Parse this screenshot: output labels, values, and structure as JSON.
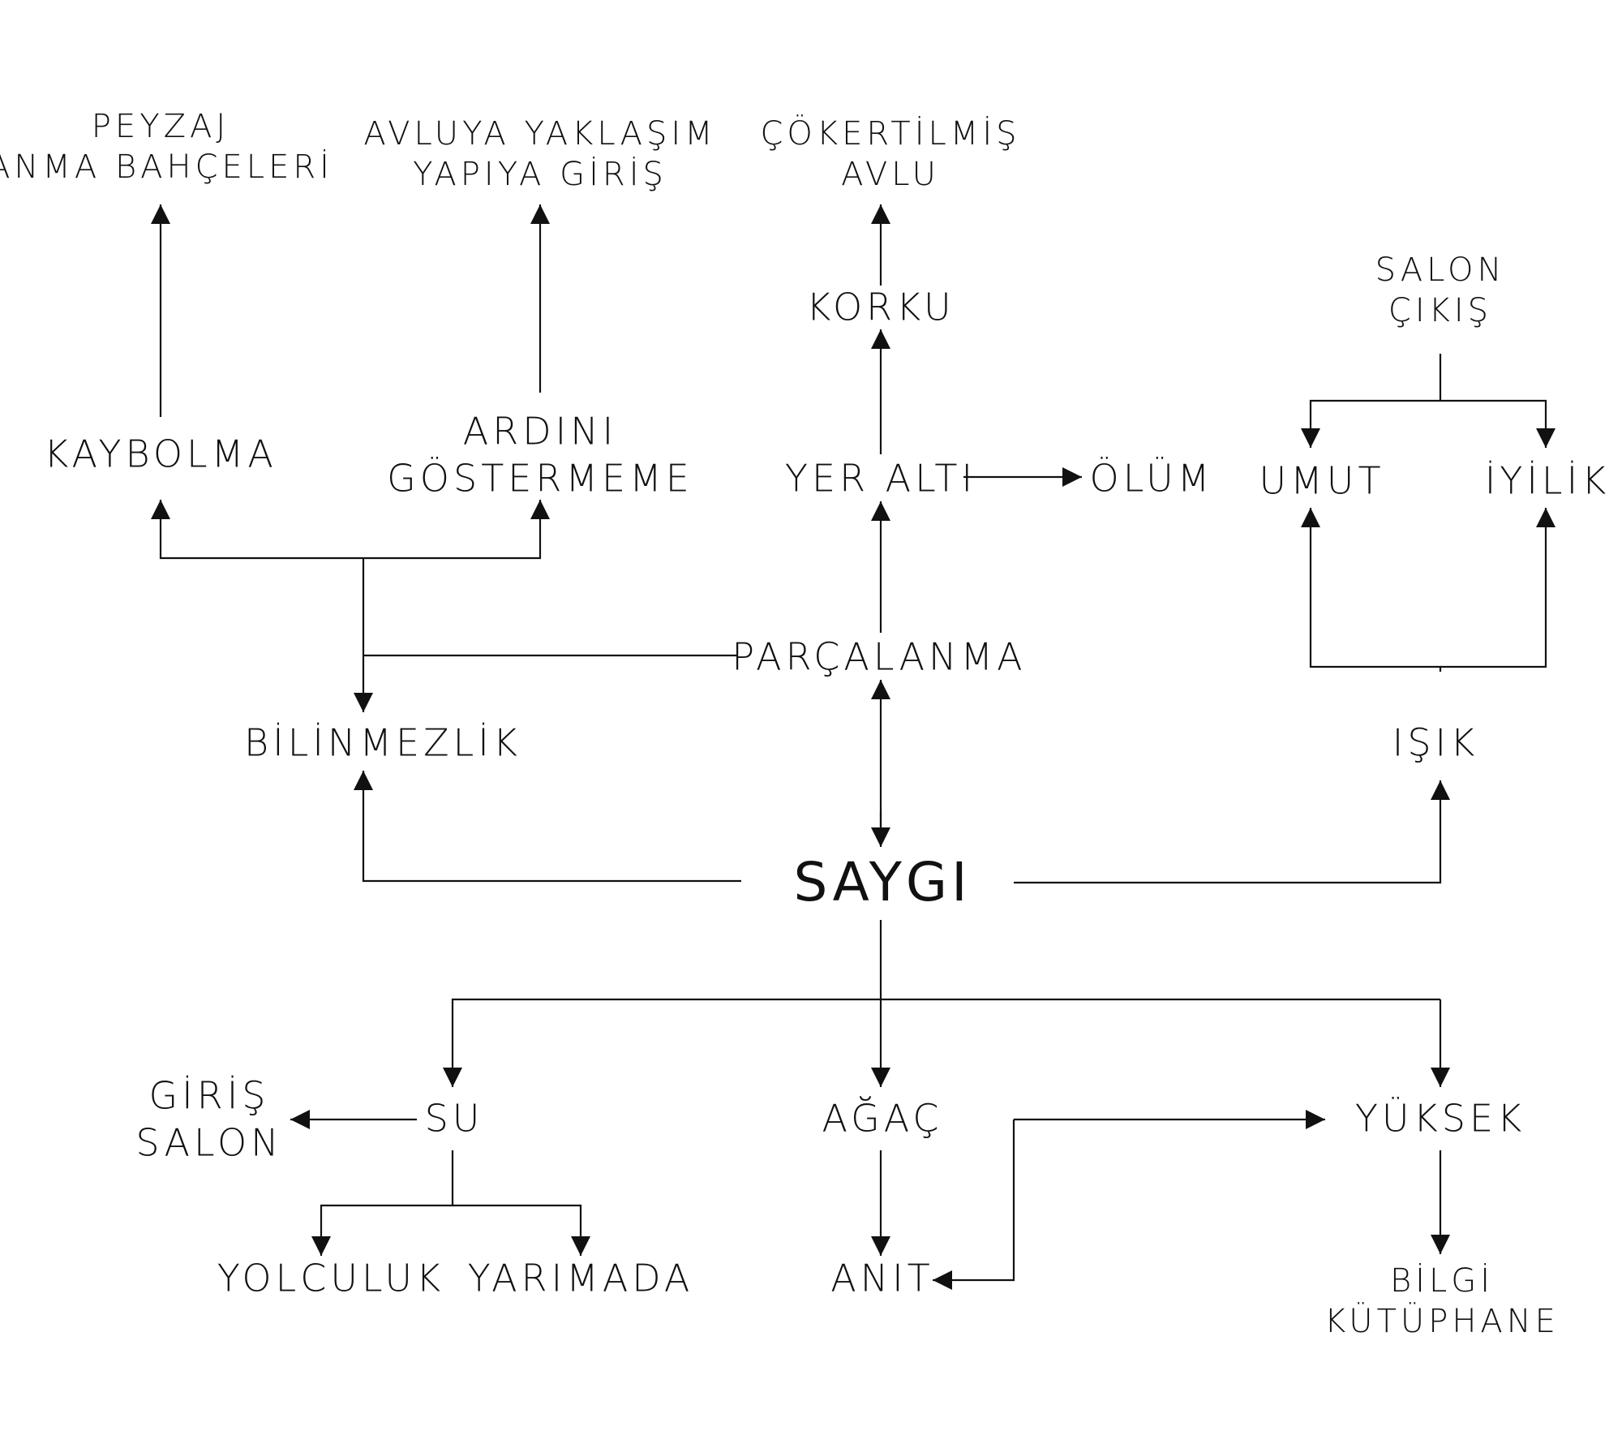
{
  "colors": {
    "ink": "#111111",
    "background": "#ffffff"
  },
  "nodes": {
    "peyzaj": {
      "lines": [
        "PEYZAJ",
        "ANMA BAHÇELERİ"
      ]
    },
    "avluya": {
      "lines": [
        "AVLUYA YAKLAŞIM",
        "YAPIYA GİRİŞ"
      ]
    },
    "cokertilmis": {
      "lines": [
        "ÇÖKERTİLMİŞ",
        "AVLU"
      ]
    },
    "salon_cikis": {
      "lines": [
        "SALON",
        "ÇIKIŞ"
      ]
    },
    "korku": {
      "lines": [
        "KORKU"
      ]
    },
    "kaybolma": {
      "lines": [
        "KAYBOLMA"
      ]
    },
    "ardini": {
      "lines": [
        "ARDINI",
        "GÖSTERMEME"
      ]
    },
    "yer_alti": {
      "lines": [
        "YER ALTI"
      ]
    },
    "olum": {
      "lines": [
        "ÖLÜM"
      ]
    },
    "umut": {
      "lines": [
        "UMUT"
      ]
    },
    "iyilik": {
      "lines": [
        "İYİLİK"
      ]
    },
    "parcalanma": {
      "lines": [
        "PARÇALANMA"
      ]
    },
    "bilinmezlik": {
      "lines": [
        "BİLİNMEZLİK"
      ]
    },
    "isik": {
      "lines": [
        "IŞIK"
      ]
    },
    "saygi": {
      "lines": [
        "SAYGI"
      ]
    },
    "giris_salon": {
      "lines": [
        "GİRİŞ",
        "SALON"
      ]
    },
    "su": {
      "lines": [
        "SU"
      ]
    },
    "agac": {
      "lines": [
        "AĞAÇ"
      ]
    },
    "yuksek": {
      "lines": [
        "YÜKSEK"
      ]
    },
    "yolculuk": {
      "lines": [
        "YOLCULUK"
      ]
    },
    "yarimada": {
      "lines": [
        "YARIMADA"
      ]
    },
    "anit": {
      "lines": [
        "ANIT"
      ]
    },
    "bilgi": {
      "lines": [
        "BİLGİ",
        "KÜTÜPHANE"
      ]
    }
  }
}
